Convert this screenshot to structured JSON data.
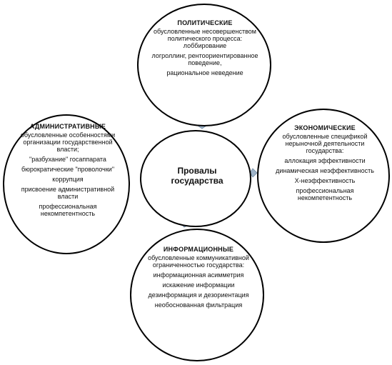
{
  "center": {
    "title": "Провалы государства"
  },
  "political": {
    "heading": "ПОЛИТИЧЕСКИЕ",
    "items": [
      "обусловленные несовершенством политического процесса: лоббирование",
      "логроллинг, рентоориентированное поведение,",
      "рациональное неведение"
    ]
  },
  "economic": {
    "heading": "ЭКОНОМИЧЕСКИЕ",
    "items": [
      "обусловленные спецификой нерыночной деятельности государства:",
      "аллокация эффективности",
      "динамическая неэффективность",
      "Х-неэффективность",
      "профессиональная некомпетентность"
    ]
  },
  "informational": {
    "heading": "ИНФОРМАЦИОННЫЕ",
    "items": [
      "обусловленные коммуникативной ограниченностью государства:",
      "информационная асимметрия",
      "искажение информации",
      "дезинформация и дезориентация",
      "необоснованная фильтрация"
    ]
  },
  "administrative": {
    "heading": "АДМИНИСТРАТИВНЫЕ",
    "items": [
      "обусловленные особенностями организации государственной власти;",
      "\"разбухание\" госаппарата",
      "бюрократические \"проволочки\"",
      "коррупция",
      "присвоение административной власти",
      "профессиональная некомпетентность"
    ]
  },
  "colors": {
    "connector": "#9fb4c8",
    "outline": "#000000"
  }
}
